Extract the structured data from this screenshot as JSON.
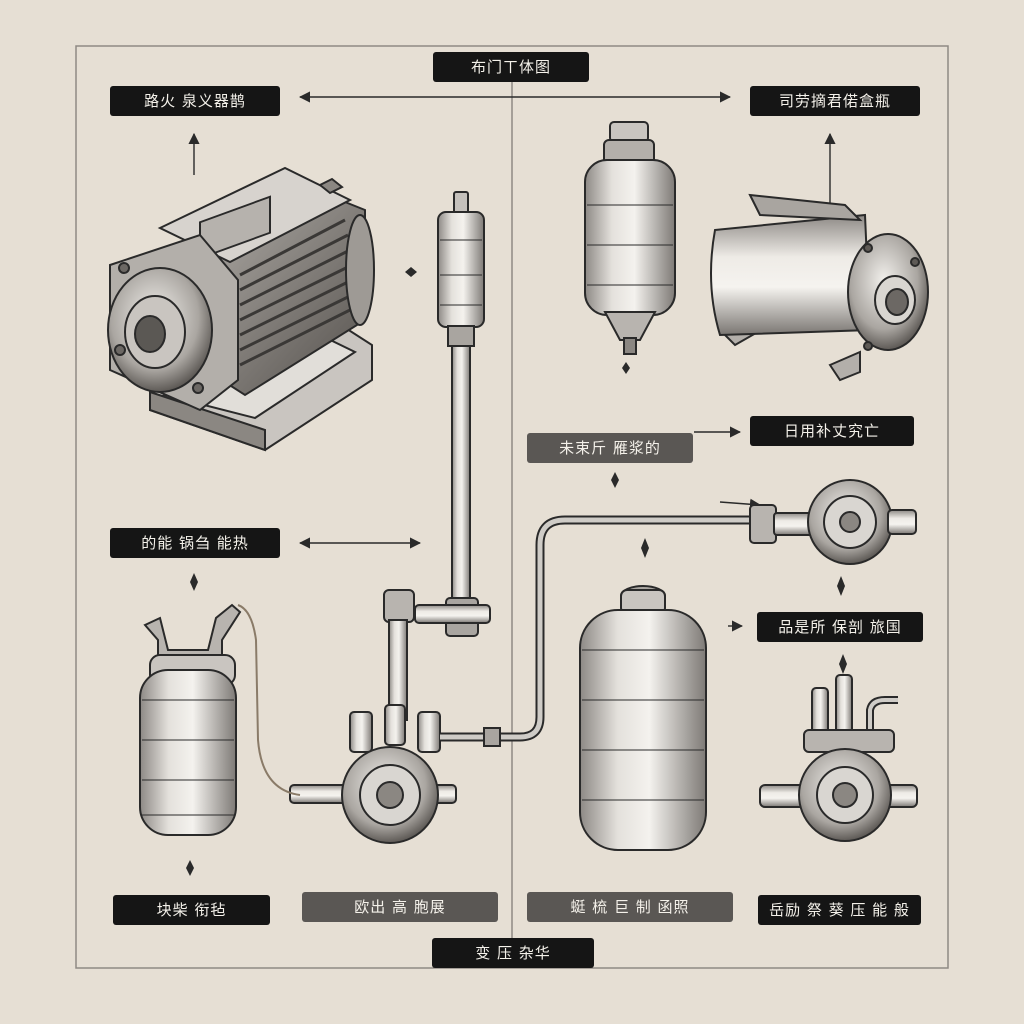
{
  "labels": {
    "top_center": "布门ㄒ体图",
    "top_left": "路火 泉义器鹊",
    "top_right": "司劳摘君偌盒瓶",
    "mid_center_right": "未束斤 雁浆的",
    "mid_right": "日用补丈究亡",
    "mid_left": "的能 锅刍 能热",
    "lower_right": "品是所 保剖 旅国",
    "bottom_left": "块柴 衔毡",
    "bottom_center_left": "欧出 高 胞展",
    "bottom_center_right": "蜓 梳 巨 制 函照",
    "bottom_right": "岳励 祭 葵 压 能 般",
    "bottom_center": "变 压 杂华"
  },
  "colors": {
    "background": "#e6dfd4",
    "label_dark": "#151515",
    "label_grey": "#5a5754",
    "ink": "#2a2a2a",
    "metal_light": "#d9d6d1",
    "metal_mid": "#a9a5a0",
    "metal_dark": "#6c6864",
    "wire": "#8a7b68"
  },
  "icons": [
    "electric-motor-icon",
    "tall-cylinder-icon",
    "small-motor-icon",
    "vertical-pipe-icon",
    "gas-tank-icon",
    "pressure-regulator-icon",
    "large-tank-icon",
    "valve-assembly-icon",
    "pump-manifold-icon"
  ]
}
